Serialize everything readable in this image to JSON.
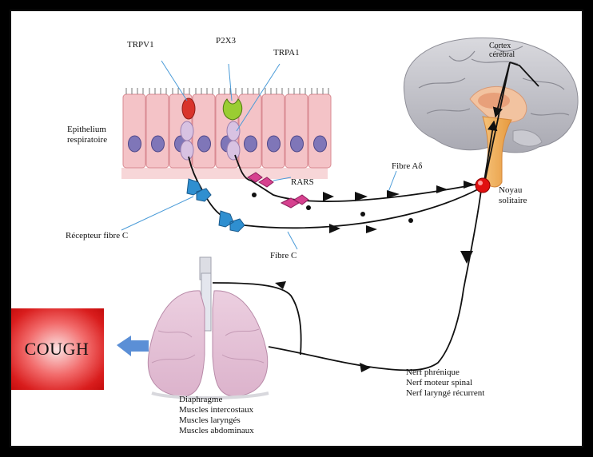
{
  "labels": {
    "trpv1": "TRPV1",
    "p2x3": "P2X3",
    "trpa1": "TRPA1",
    "epithelium": [
      "Epithelium",
      "respiratoire"
    ],
    "rars": "RARS",
    "fibre_ad": "Fibre Aδ",
    "recepteur_c": "Récepteur fibre C",
    "fibre_c": "Fibre C",
    "cortex": [
      "Cortex",
      "cérébral"
    ],
    "noyau": [
      "Noyau",
      "solitaire"
    ],
    "nerfs": [
      "Nerf phrénique",
      "Nerf moteur spinal",
      "Nerf laryngé récurrent"
    ],
    "muscles": [
      "Diaphragme",
      "Muscles intercostaux",
      "Muscles laryngés",
      "Muscles abdominaux"
    ],
    "cough": "COUGH"
  },
  "colors": {
    "trpv1": "#d9342b",
    "p2x3": "#9acd32",
    "fibre_c_receptor": "#2f8fd0",
    "rars": "#d6418f",
    "nucleus": "#e01010",
    "cough_box": "#e02222",
    "cough_arrow": "#5b8fd6"
  }
}
